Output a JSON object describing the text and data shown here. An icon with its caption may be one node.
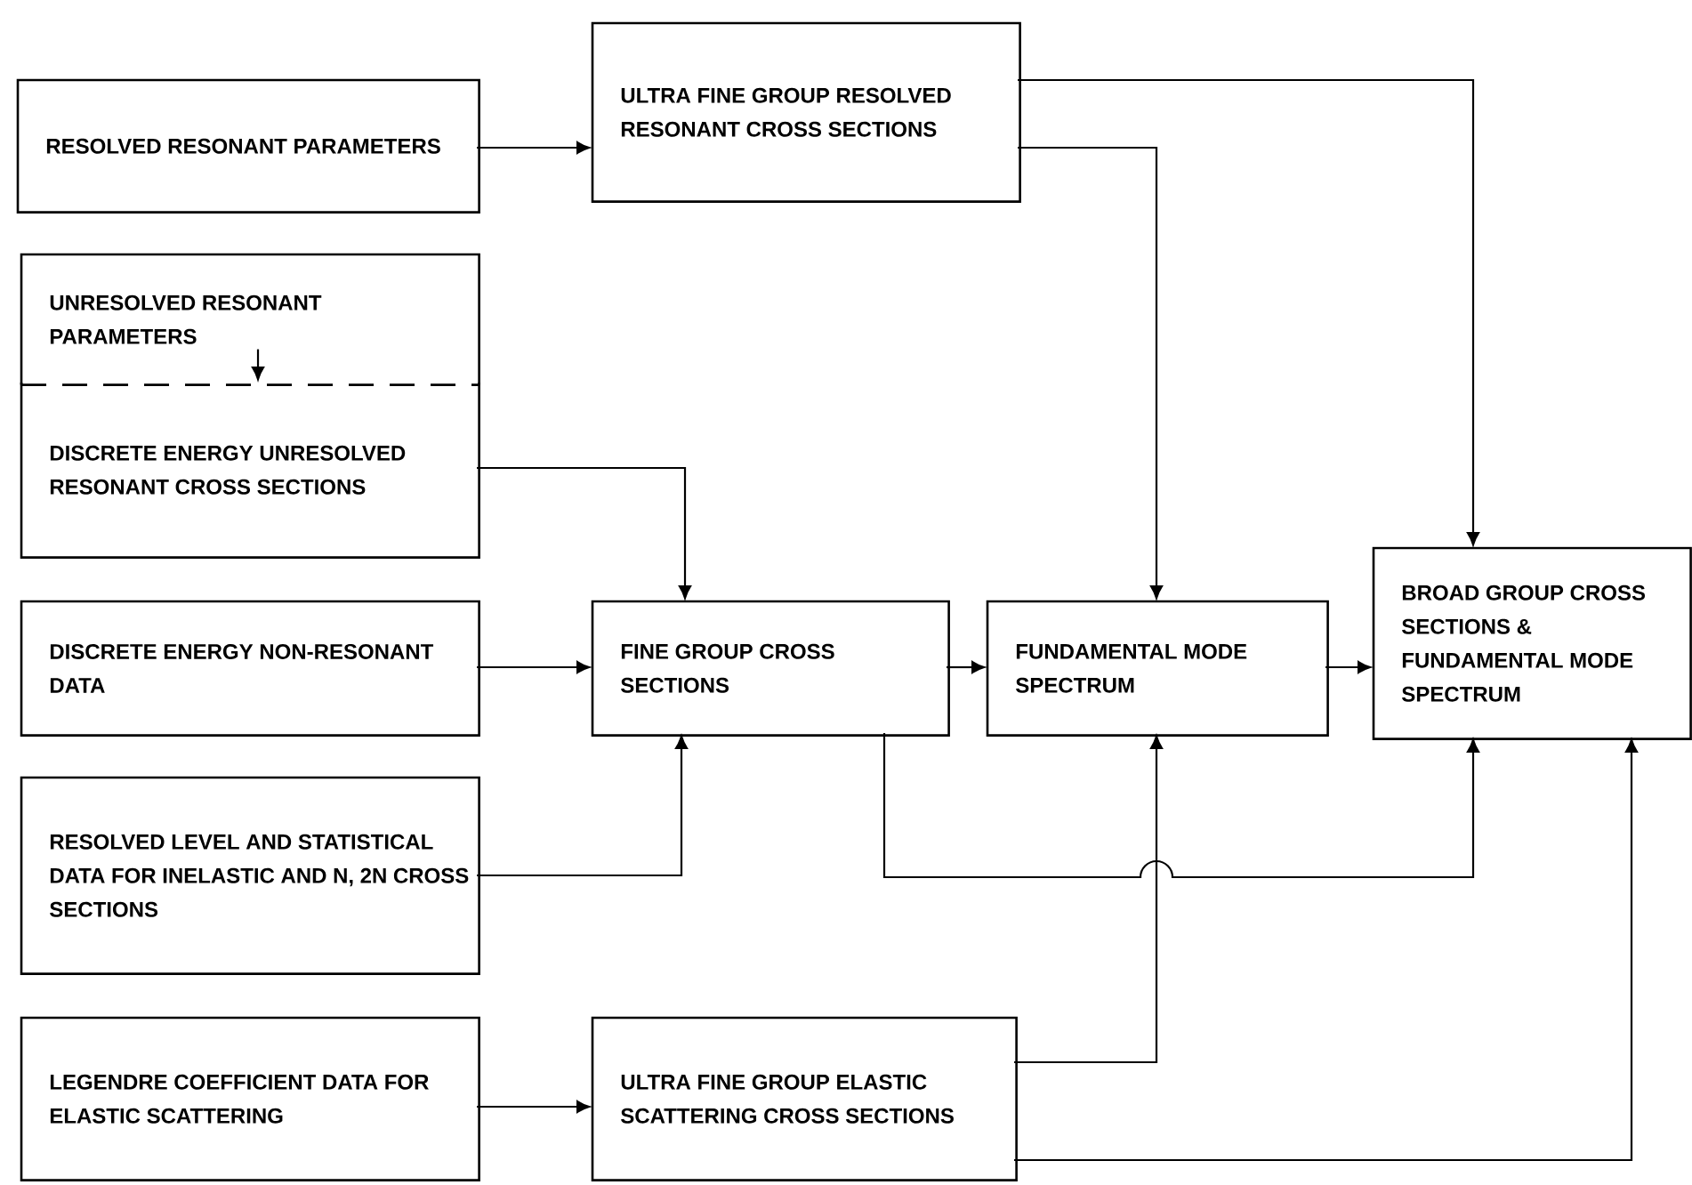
{
  "diagram": {
    "nodes": [
      {
        "text": [
          "RESOLVED RESONANT PARAMETERS"
        ]
      },
      {
        "text": [
          "UNRESOLVED RESONANT PARAMETERS"
        ]
      },
      {
        "text": [
          "DISCRETE ENERGY UNRESOLVED RESONANT CROSS SECTIONS"
        ]
      },
      {
        "text": [
          "DISCRETE ENERGY NON-RESONANT DATA"
        ]
      },
      {
        "text": [
          "RESOLVED LEVEL AND STATISTICAL DATA FOR INELASTIC AND N, 2N CROSS SECTIONS"
        ]
      },
      {
        "text": [
          "LEGENDRE COEFFICIENT DATA FOR ELASTIC SCATTERING"
        ]
      },
      {
        "text": [
          "ULTRA FINE GROUP RESOLVED RESONANT CROSS SECTIONS"
        ]
      },
      {
        "text": [
          "FINE GROUP CROSS SECTIONS"
        ]
      },
      {
        "text": [
          "FUNDAMENTAL MODE SPECTRUM"
        ]
      },
      {
        "text": [
          "BROAD GROUP CROSS SECTIONS & FUNDAMENTAL MODE SPECTRUM"
        ]
      },
      {
        "text": [
          "ULTRA FINE GROUP ELASTIC SCATTERING CROSS SECTIONS"
        ]
      }
    ],
    "edges": [
      {
        "from": 0,
        "to": 6,
        "arrow": "to"
      },
      {
        "from": 1,
        "to": 2,
        "arrow": "to"
      },
      {
        "from": 2,
        "to": 7,
        "arrow": "to"
      },
      {
        "from": 3,
        "to": 7,
        "arrow": "to"
      },
      {
        "from": 4,
        "to": 7,
        "arrow": "to"
      },
      {
        "from": 5,
        "to": 10,
        "arrow": "to"
      },
      {
        "from": 6,
        "to": 8,
        "arrow": "to"
      },
      {
        "from": 6,
        "to": 9,
        "arrow": "to"
      },
      {
        "from": 7,
        "to": 8,
        "arrow": "to"
      },
      {
        "from": 8,
        "to": 9,
        "arrow": "to"
      },
      {
        "from": 7,
        "to": 9,
        "arrow": "to"
      },
      {
        "from": 10,
        "to": 8,
        "arrow": "to"
      },
      {
        "from": 10,
        "to": 9,
        "arrow": "to"
      }
    ]
  }
}
